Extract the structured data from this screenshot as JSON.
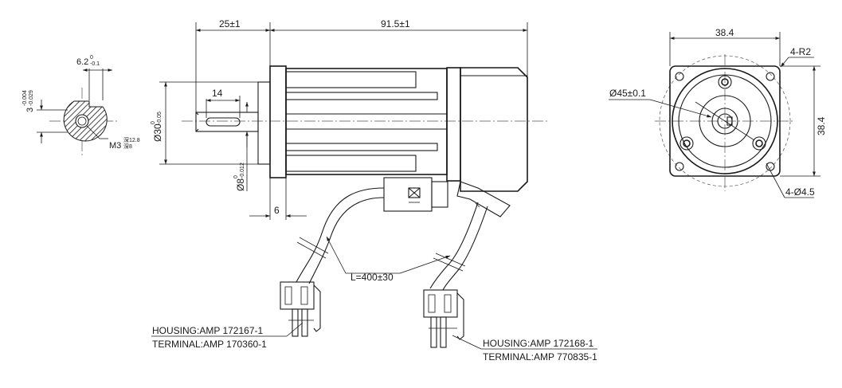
{
  "dimensions": {
    "shaft_extension": "25±1",
    "body_length": "91.5±1",
    "flange_square_width": "38.4",
    "flange_square_height": "38.4",
    "corner_radius": "4-R2",
    "pilot_diameter": "Ø45±0.1",
    "mount_holes": "4-Ø4.5",
    "keyway_length": "14",
    "flange_thickness": "6",
    "cable_length": "L=400±30",
    "spigot_diameter_base": "Ø30",
    "spigot_tol_upper": "0",
    "spigot_tol_lower": "-0.05",
    "shaft_diameter_base": "Ø8",
    "shaft_tol_upper": "0",
    "shaft_tol_lower": "-0.012",
    "key_depth_base": "6.2",
    "key_depth_tol_upper": "0",
    "key_depth_tol_lower": "-0.1",
    "key_width_base": "3",
    "key_width_tol_upper": "-0.004",
    "key_width_tol_lower": "-0.029",
    "thread_base": "M3",
    "thread_note_top": "深12.8",
    "thread_note_bottom": "深8"
  },
  "connectors": {
    "motor_housing": "HOUSING:AMP 172167-1",
    "motor_terminal": "TERMINAL:AMP 170360-1",
    "encoder_housing": "HOUSING:AMP 172168-1",
    "encoder_terminal": "TERMINAL:AMP 770835-1"
  }
}
